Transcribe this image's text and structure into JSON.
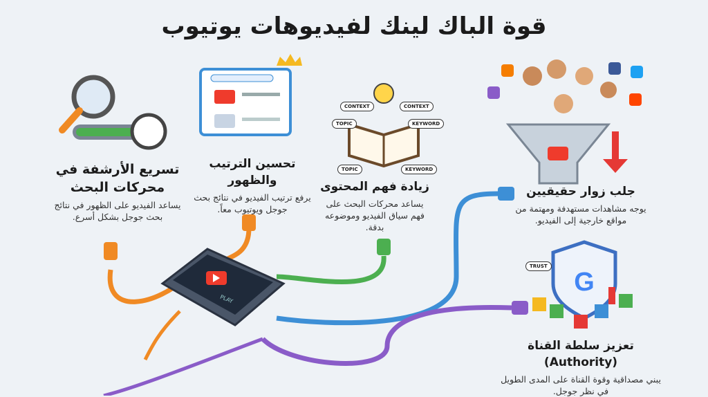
{
  "title": "قوة الباك لينك لفيديوهات يوتيوب",
  "benefits": [
    {
      "title": "تسريع الأرشفة في محركات البحث",
      "text": "يساعد الفيديو على الظهور في نتائج بحث جوجل بشكل أسرع."
    },
    {
      "title": "تحسين الترتيب والظهور",
      "text": "يرفع ترتيب الفيديو في نتائج بحث جوجل ويوتيوب معاً."
    },
    {
      "title": "زيادة فهم المحتوى",
      "text": "يساعد محركات البحث على فهم سياق الفيديو وموضوعه بدقة."
    },
    {
      "title": "جلب زوار حقيقيين",
      "text": "يوجه مشاهدات مستهدفة ومهتمة من مواقع خارجية إلى الفيديو."
    },
    {
      "title": "تعزيز سلطة القناة (Authority)",
      "text": "يبني مصداقية وقوة القناة على المدى الطويل في نظر جوجل."
    }
  ],
  "tags": {
    "context": "CONTEXT",
    "topic": "TOPIC",
    "keyword": "KEYWORD",
    "trust": "TRUST",
    "play": "PLAY",
    "google": "G"
  },
  "colors": {
    "orange": "#f08a24",
    "green": "#4caf50",
    "blue": "#3d8fd6",
    "purple": "#8a5cc8",
    "red": "#e53935"
  }
}
